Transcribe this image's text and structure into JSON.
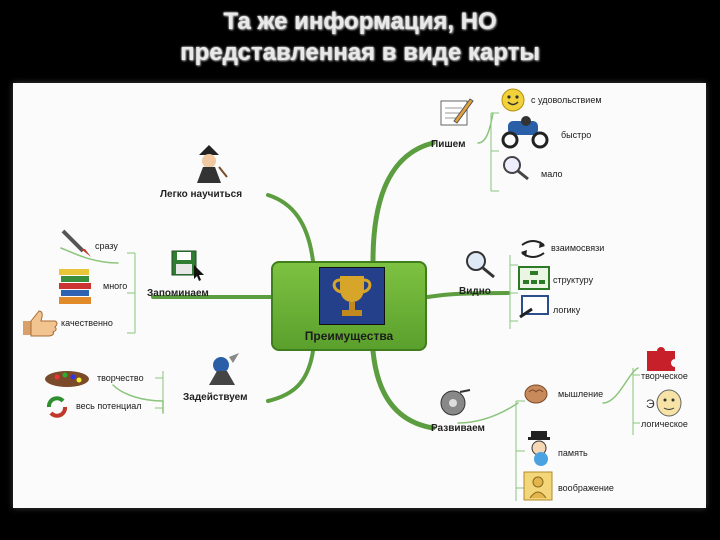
{
  "title": {
    "line1": "Та же информация, НО",
    "line2": "представленная в виде карты"
  },
  "center": {
    "label": "Преимущества"
  },
  "branches": {
    "write": {
      "label": "Пишем",
      "items": [
        "с удовольствием",
        "быстро",
        "мало"
      ]
    },
    "see": {
      "label": "Видно",
      "items": [
        "взаимосвязи",
        "структуру",
        "логику"
      ]
    },
    "develop": {
      "label": "Развиваем",
      "items": [
        "мышление",
        "память",
        "воображение"
      ],
      "sub": [
        "творческое",
        "логическое"
      ]
    },
    "learn": {
      "label": "Легко научиться"
    },
    "remember": {
      "label": "Запоминаем",
      "items": [
        "сразу",
        "много",
        "качественно"
      ]
    },
    "engage": {
      "label": "Задействуем",
      "items": [
        "творчество",
        "весь потенциал"
      ]
    }
  },
  "colors": {
    "branch": "#5b9d3f",
    "center": "#6db33a",
    "bracket": "#8bc47c"
  },
  "icons": [
    "trophy-icon",
    "notepad-icon",
    "smiley-icon",
    "motorcycle-icon",
    "magnifier-icon",
    "arrows-icon",
    "structure-icon",
    "logic-icon",
    "brain-icon",
    "memory-icon",
    "imagination-icon",
    "puzzle-icon",
    "face-icon",
    "wizard-icon",
    "paintbrush-icon",
    "books-icon",
    "thumbs-up-icon",
    "floppy-icon",
    "palette-icon",
    "recycle-icon",
    "reel-icon"
  ]
}
